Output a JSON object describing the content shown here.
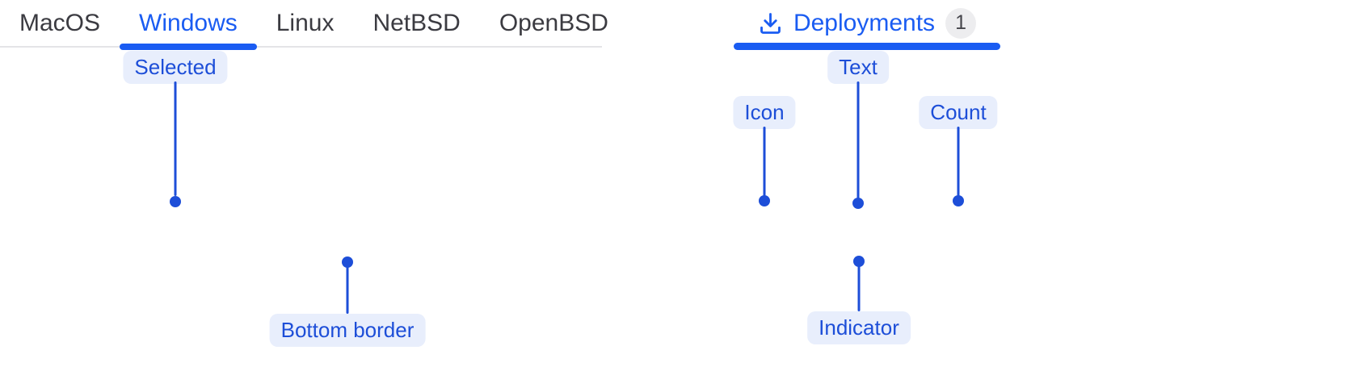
{
  "colors": {
    "accent": "#1a5cf2",
    "annotation": "#1d4ed8",
    "annotation_bg": "#e8eefc",
    "inactive_tab_text": "#3b3b41",
    "bottom_border": "#e4e4e7",
    "badge_bg": "#ededef",
    "badge_text": "#46464c",
    "background": "#ffffff"
  },
  "tabs_left": {
    "selected_tab": "Windows",
    "items": [
      {
        "label": "MacOS",
        "selected": false
      },
      {
        "label": "Windows",
        "selected": true
      },
      {
        "label": "Linux",
        "selected": false
      },
      {
        "label": "NetBSD",
        "selected": false
      },
      {
        "label": "OpenBSD",
        "selected": false
      }
    ]
  },
  "tab_right": {
    "icon": "download-icon",
    "label": "Deployments",
    "count": "1"
  },
  "annotations": {
    "selected": {
      "label": "Selected"
    },
    "bottom_border": {
      "label": "Bottom border"
    },
    "icon": {
      "label": "Icon"
    },
    "text": {
      "label": "Text"
    },
    "count": {
      "label": "Count"
    },
    "indicator": {
      "label": "Indicator"
    }
  }
}
